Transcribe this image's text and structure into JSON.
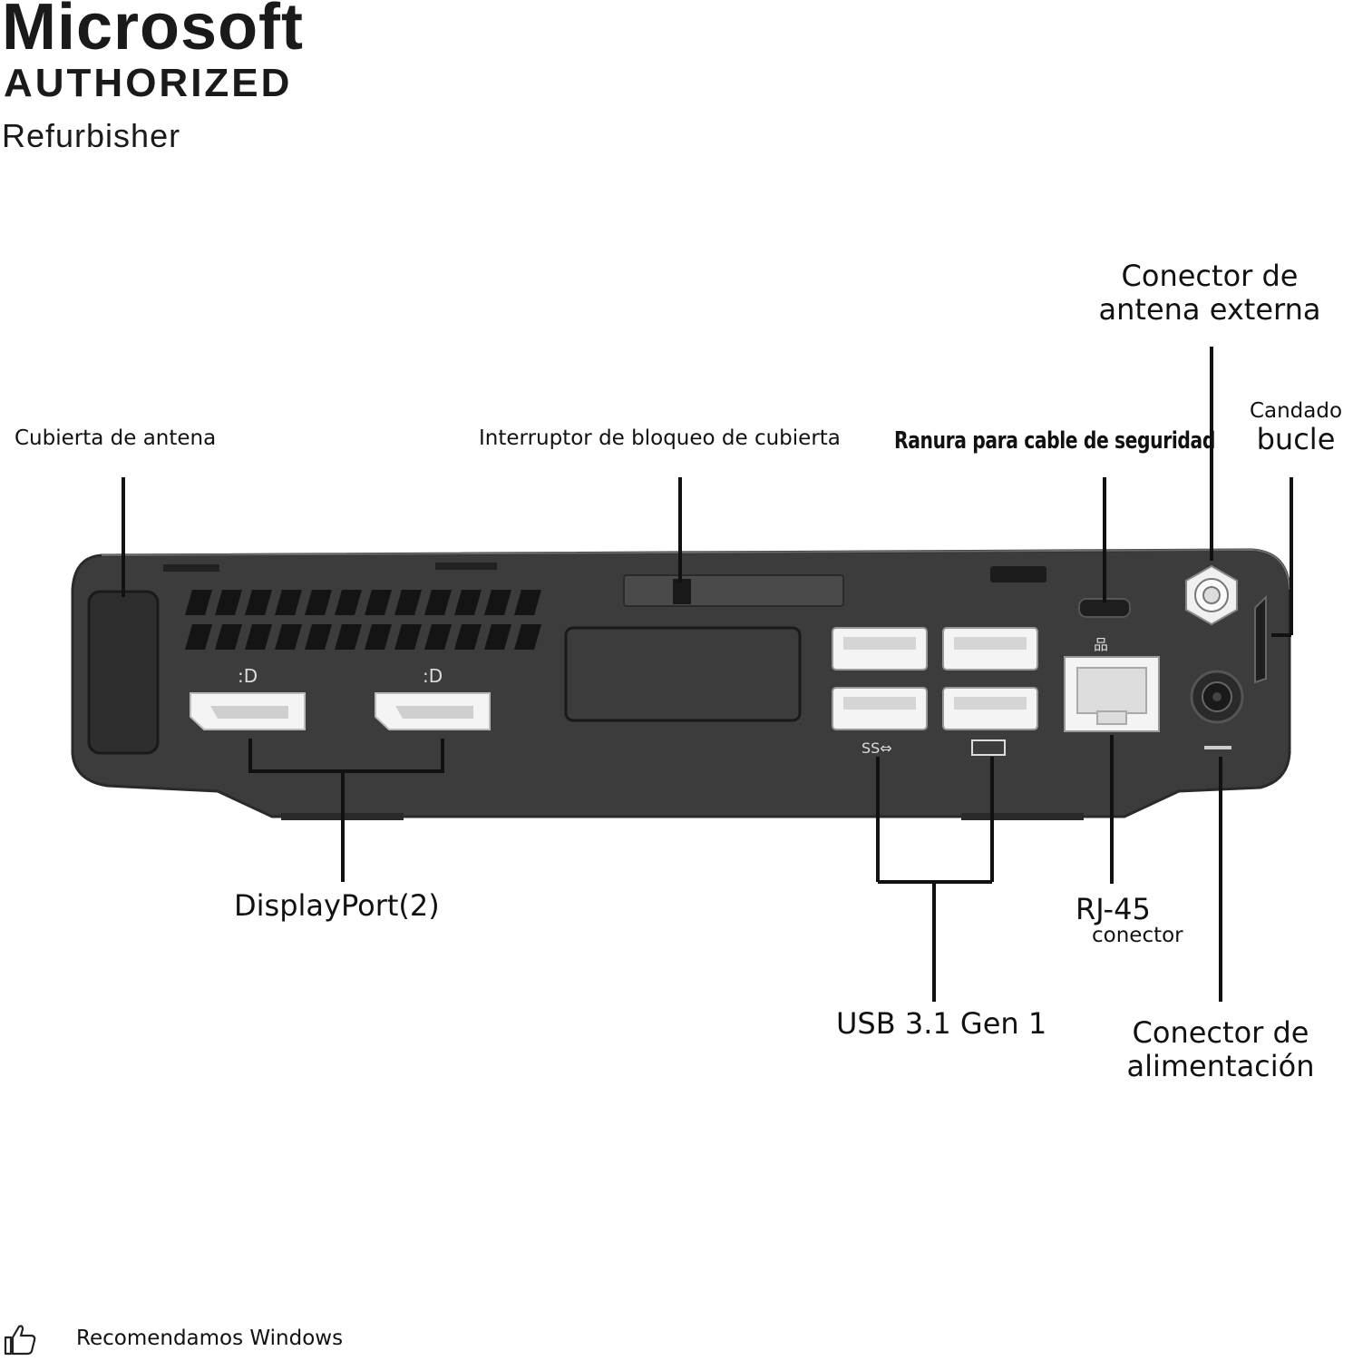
{
  "logo": {
    "brand": "Microsoft",
    "line2": "AUTHORIZED",
    "line3": "Refurbisher"
  },
  "labels": {
    "antenna_cover": "Cubierta de antena",
    "cover_lock": "Interruptor de bloqueo de cubierta",
    "security_slot": "Ranura para cable de seguridad",
    "external_antenna_1": "Conector de",
    "external_antenna_2": "antena externa",
    "padlock_1": "Candado",
    "padlock_2": "bucle",
    "displayport": "DisplayPort(2)",
    "usb": "USB 3.1 Gen 1",
    "rj45_1": "RJ-45",
    "rj45_2": "conector",
    "power_1": "Conector de",
    "power_2": "alimentación"
  },
  "footer": {
    "icon": "thumbs-up-icon",
    "text": "Recomendamos Windows"
  },
  "colors": {
    "chassis": "#3c3c3c",
    "chassis_edge": "#2a2a2a",
    "ports": "#f4f4f4",
    "lines": "#111111"
  }
}
